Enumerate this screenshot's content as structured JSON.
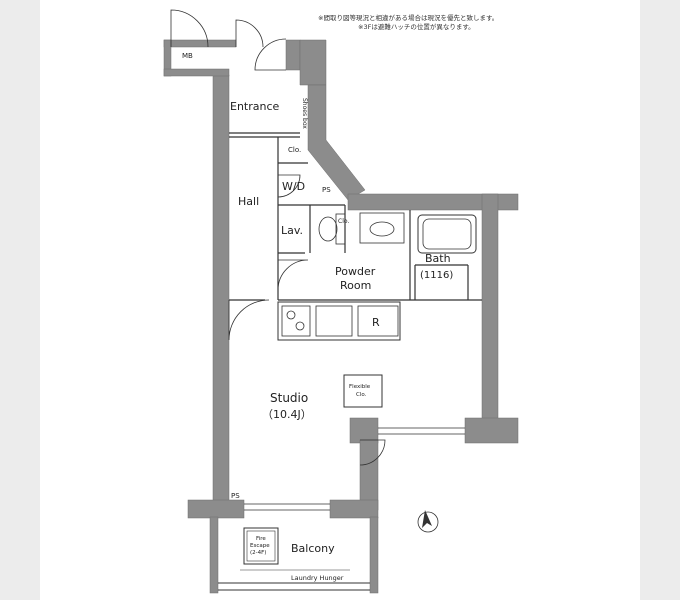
{
  "notes": [
    "※間取り図等現況と相違がある場合は現況を優先と致します。",
    "※3Fは避難ハッチの位置が異なります。"
  ],
  "labels": {
    "mb": "MB",
    "entrance": "Entrance",
    "shoes_box": "Shoes box",
    "clo_top": "Clo.",
    "wd": "W/D",
    "ps_top": "PS",
    "hall": "Hall",
    "lav": "Lav.",
    "clo_lav": "Clo.",
    "powder_room": "Powder\nRoom",
    "bath": "Bath",
    "bath_size": "(1116)",
    "fridge": "R",
    "studio": "Studio",
    "studio_size": "（10.4J）",
    "flexible_clo": "Flexible\nClo.",
    "ps_bottom": "PS",
    "fire_escape": "Fire\nEscape\n(2-4F)",
    "balcony": "Balcony",
    "laundry_hunger": "Laundry Hunger"
  },
  "colors": {
    "wall": "#8c8c8c",
    "line": "#333333",
    "background": "#ffffff",
    "page": "#ececec"
  },
  "icons": [
    "compass-north-icon"
  ]
}
